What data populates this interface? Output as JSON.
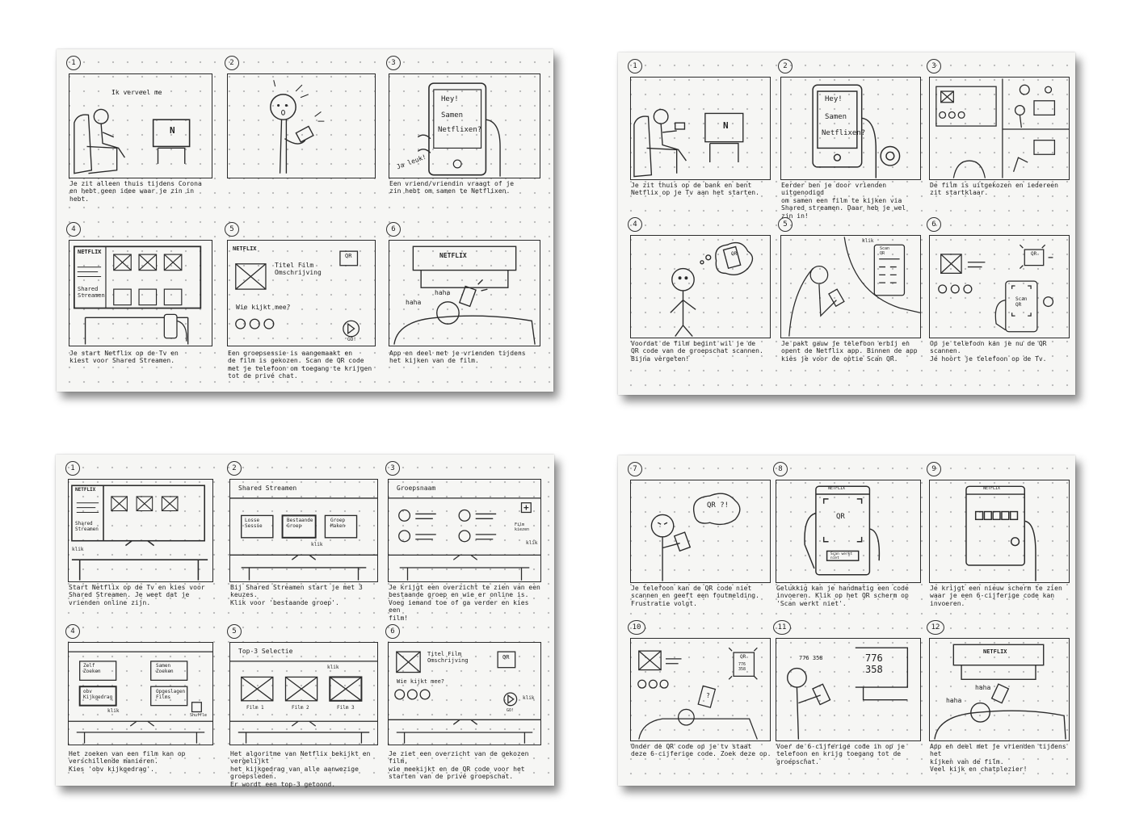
{
  "sheet_a": {
    "panels": [
      {
        "num": "1",
        "caption": "Je zit alleen thuis tijdens Corona\nen hebt geen idee waar je zin in\nhebt.",
        "text": [
          "Ik verveel me",
          "N"
        ]
      },
      {
        "num": "2",
        "caption": "",
        "text": []
      },
      {
        "num": "3",
        "caption": "Een vriend/vriendin vraagt of je\nzin hebt om samen te Netflixen.",
        "text": [
          "Hey!",
          "Samen",
          "Netflixen?",
          "Ja leuk!"
        ]
      },
      {
        "num": "4",
        "caption": "Je start Netflix op de Tv en\nkiest voor Shared Streamen.",
        "text": [
          "NETFLIX",
          "Shared\nStreamen"
        ]
      },
      {
        "num": "5",
        "caption": "Een groepsessie is aangemaakt en\nde film is gekozen. Scan de QR code\nmet je telefoon om toegang te krijgen\ntot de privé chat.",
        "text": [
          "NETFLIX",
          "Titel Film\nOmschrijving",
          "QR",
          "Wie kijkt mee?",
          "GO!"
        ]
      },
      {
        "num": "6",
        "caption": "App en deel met je vrienden tijdens\nhet kijken van de film.",
        "text": [
          "NETFLIX",
          "haha",
          "haha"
        ]
      }
    ]
  },
  "sheet_b": {
    "panels": [
      {
        "num": "1",
        "caption": "Je zit thuis op de bank en bent\nNetflix op je Tv aan het starten.",
        "text": [
          "N"
        ]
      },
      {
        "num": "2",
        "caption": "Eerder ben je door vrienden uitgenodigd\nom samen een film te kijken via\nShared streamen. Daar heb je wel\nzin in!",
        "text": [
          "Hey!",
          "Samen",
          "Netflixen?"
        ]
      },
      {
        "num": "3",
        "caption": "De film is uitgekozen en iedereen\nzit startklaar.",
        "text": []
      },
      {
        "num": "4",
        "caption": "Voordat de film begint wil je de\nQR code van de groepschat scannen.\nBijna vergeten!",
        "text": [
          "QR"
        ]
      },
      {
        "num": "5",
        "caption": "Je pakt gauw je telefoon erbij en\nopent de Netflix app. Binnen de app\nkies je voor de optie Scan QR.",
        "text": [
          "klik",
          "Scan\nQR"
        ]
      },
      {
        "num": "6",
        "caption": "Op je telefoon kan je nu de QR scannen.\nJe hoort je telefoon op de Tv.",
        "text": [
          "QR",
          "Scan\nQR"
        ]
      }
    ]
  },
  "sheet_c": {
    "panels": [
      {
        "num": "1",
        "caption": "Start Netflix op de Tv en kies voor\nShared Streamen. Je weet dat je\nvrienden online zijn.",
        "text": [
          "NETFLIX",
          "Shared\nStreamen",
          "klik"
        ]
      },
      {
        "num": "2",
        "caption": "Bij Shared Streamen start je met 3 keuzes.\nKlik voor 'bestaande groep'.",
        "text": [
          "Shared Streamen",
          "Losse\nSessie",
          "Bestaande\nGroep",
          "Groep\nMaken",
          "klik"
        ]
      },
      {
        "num": "3",
        "caption": "Je krijgt een overzicht te zien van een\nbestaande groep en wie er online is.\nVoeg iemand toe of ga verder en kies een\nfilm!",
        "text": [
          "Groepsnaam",
          "Film\nkiezen",
          "klik"
        ]
      },
      {
        "num": "4",
        "caption": "Het zoeken van een film kan op\nverschillende manieren.\nKies 'obv kijkgedrag'.",
        "text": [
          "Zelf\nZoeken",
          "Samen\nZoeken",
          "obv\nKijkgedrag",
          "Opgeslagen\nFilms",
          "klik",
          "Shuffle"
        ]
      },
      {
        "num": "5",
        "caption": "Het algoritme van Netflix bekijkt en vergelijkt\nhet kijkgedrag van alle aanwezige\ngroepsleden.\nEr wordt een top-3 getoond.",
        "text": [
          "Top-3 Selectie",
          "Film 1",
          "Film 2",
          "Film 3",
          "klik"
        ]
      },
      {
        "num": "6",
        "caption": "Je ziet een overzicht van de gekozen film,\nwie meekijkt en de QR code voor het\nstarten van de privé groepschat.",
        "text": [
          "Titel Film\nOmschrijving",
          "QR",
          "Wie kijkt mee?",
          "GO!",
          "klik"
        ]
      }
    ]
  },
  "sheet_d": {
    "panels": [
      {
        "num": "7",
        "caption": "Je telefoon kan de QR code niet\nscannen en geeft een foutmelding.\nFrustratie volgt.",
        "text": [
          "QR ?!"
        ]
      },
      {
        "num": "8",
        "caption": "Gelukkig kan je handmatig een code\ninvoeren. Klik op het QR scherm op\n'Scan werkt niet'.",
        "text": [
          "NETFLIX",
          "QR",
          "Scan werkt\nniet"
        ]
      },
      {
        "num": "9",
        "caption": "Je krijgt een nieuw scherm te zien\nwaar je een 6-cijferige code kan\ninvoeren.",
        "text": [
          "NETFLIX"
        ]
      },
      {
        "num": "10",
        "caption": "Onder de QR code op je tv staat\ndeze 6-cijferige code. Zoek deze op.",
        "text": [
          "QR",
          "776\n358",
          "?"
        ]
      },
      {
        "num": "11",
        "caption": "Voer de 6-cijferige code in op je\ntelefoon en krijg toegang tot de\ngroepschat.",
        "text": [
          "776 358",
          "776\n358"
        ]
      },
      {
        "num": "12",
        "caption": "App en deel met je vrienden tijdens het\nkijken van de film.\nVeel kijk en chatplezier!",
        "text": [
          "NETFLIX",
          "haha",
          "haha"
        ]
      }
    ]
  }
}
